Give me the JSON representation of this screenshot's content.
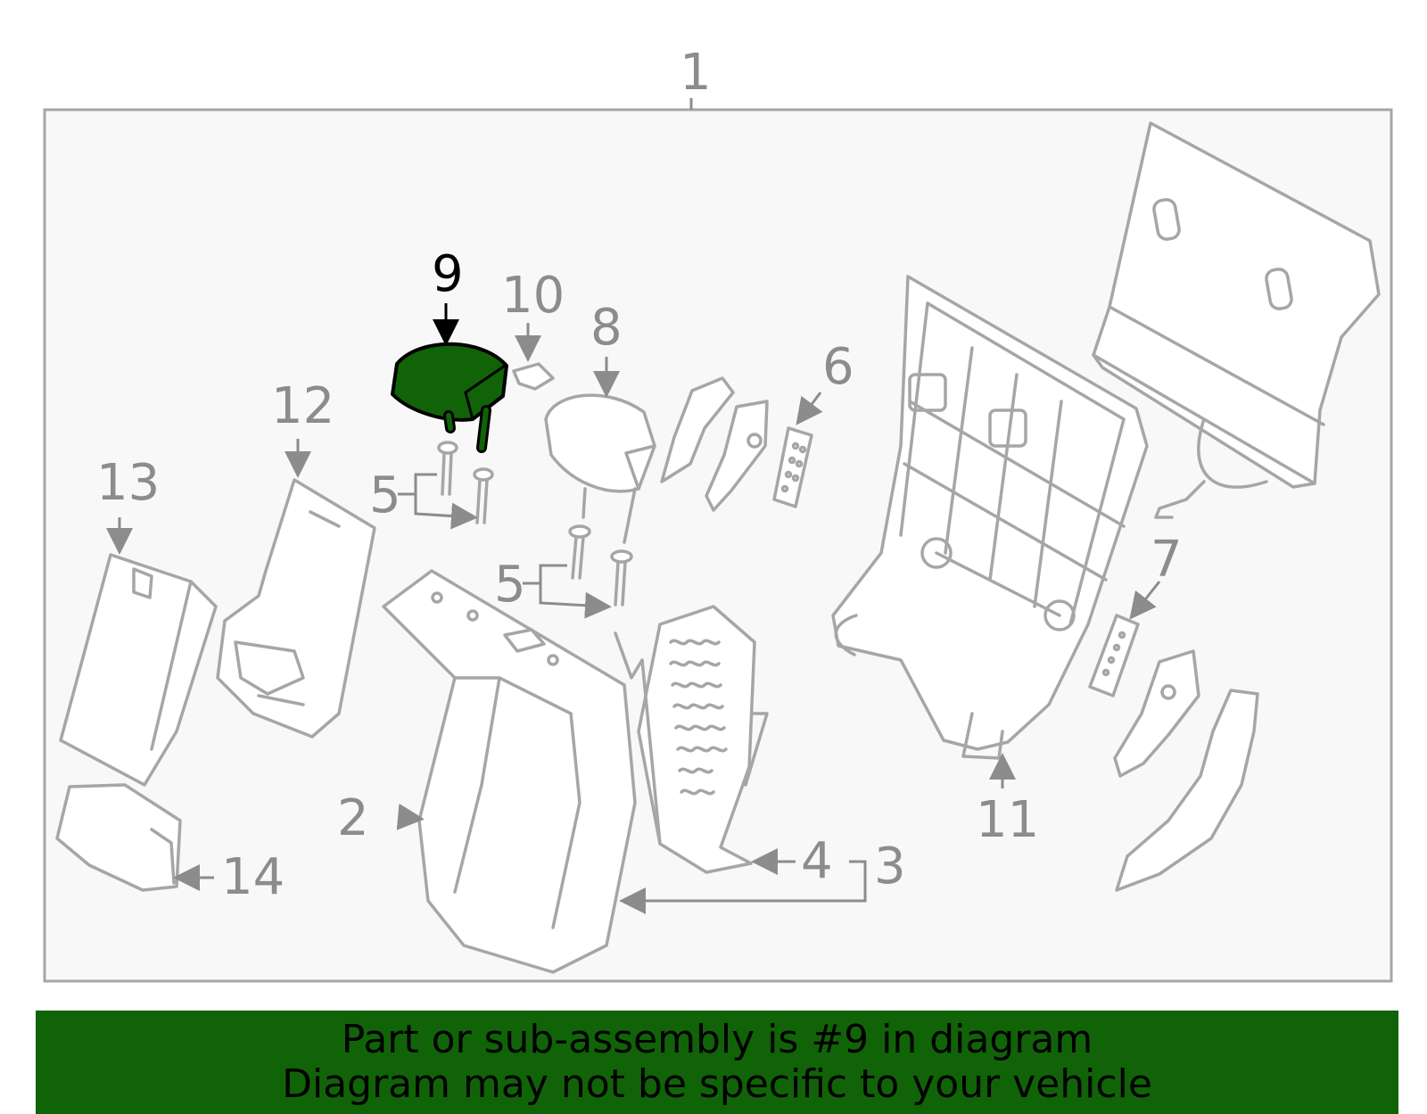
{
  "diagram": {
    "highlight_color": "#116308",
    "callouts": {
      "c1": "1",
      "c2": "2",
      "c3": "3",
      "c4": "4",
      "c5a": "5",
      "c5b": "5",
      "c6": "6",
      "c7": "7",
      "c8": "8",
      "c9": "9",
      "c10": "10",
      "c11": "11",
      "c12": "12",
      "c13": "13",
      "c14": "14"
    },
    "highlighted_part": "9"
  },
  "banner": {
    "line1": "Part or sub-assembly is #9 in diagram",
    "line2": "Diagram may not be specific to your vehicle",
    "background": "#116308"
  }
}
